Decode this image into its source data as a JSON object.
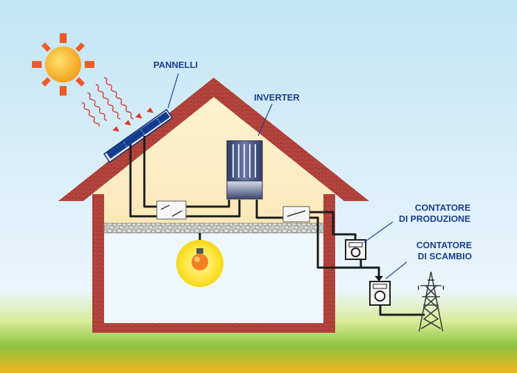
{
  "labels": {
    "panels": "PANNELLI",
    "inverter": "INVERTER",
    "production_meter": [
      "CONTATORE",
      "DI PRODUZIONE"
    ],
    "exchange_meter": [
      "CONTATORE",
      "DI SCAMBIO"
    ]
  },
  "colors": {
    "sky_top": "#bfe3f4",
    "sky_bottom": "#e8f6fb",
    "ground": "#8dc23f",
    "ground_bottom": "#f1b21d",
    "brick": "#b5453d",
    "attic": "#fdf1cf",
    "interior": "#eef7fb",
    "sun": "#f7a823",
    "sun_rays": "#ee5a26",
    "heat_waves": "#d93a2a",
    "panel": "#123a8c",
    "label_text": "#1b3f8f",
    "wire": "#1a1a1a"
  },
  "icons": [
    "sun-icon",
    "solar-panel-icon",
    "inverter-icon",
    "switch-icon",
    "meter-icon",
    "light-bulb-icon",
    "power-pylon-icon"
  ]
}
